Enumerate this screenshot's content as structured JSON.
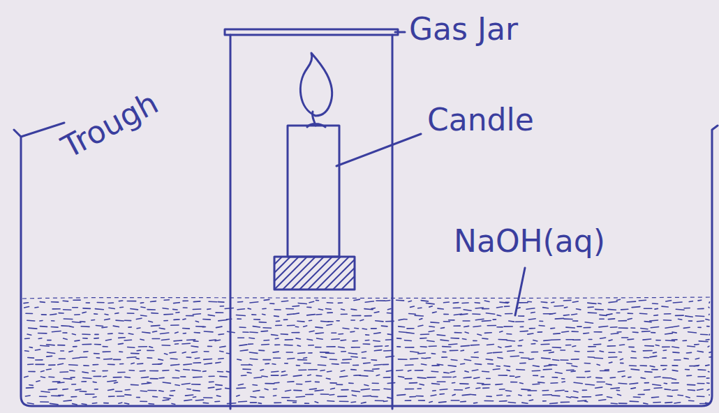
{
  "diagram": {
    "labels": [
      "Gas Jar",
      "Candle",
      "Trough",
      "NaOH(aq)"
    ]
  }
}
